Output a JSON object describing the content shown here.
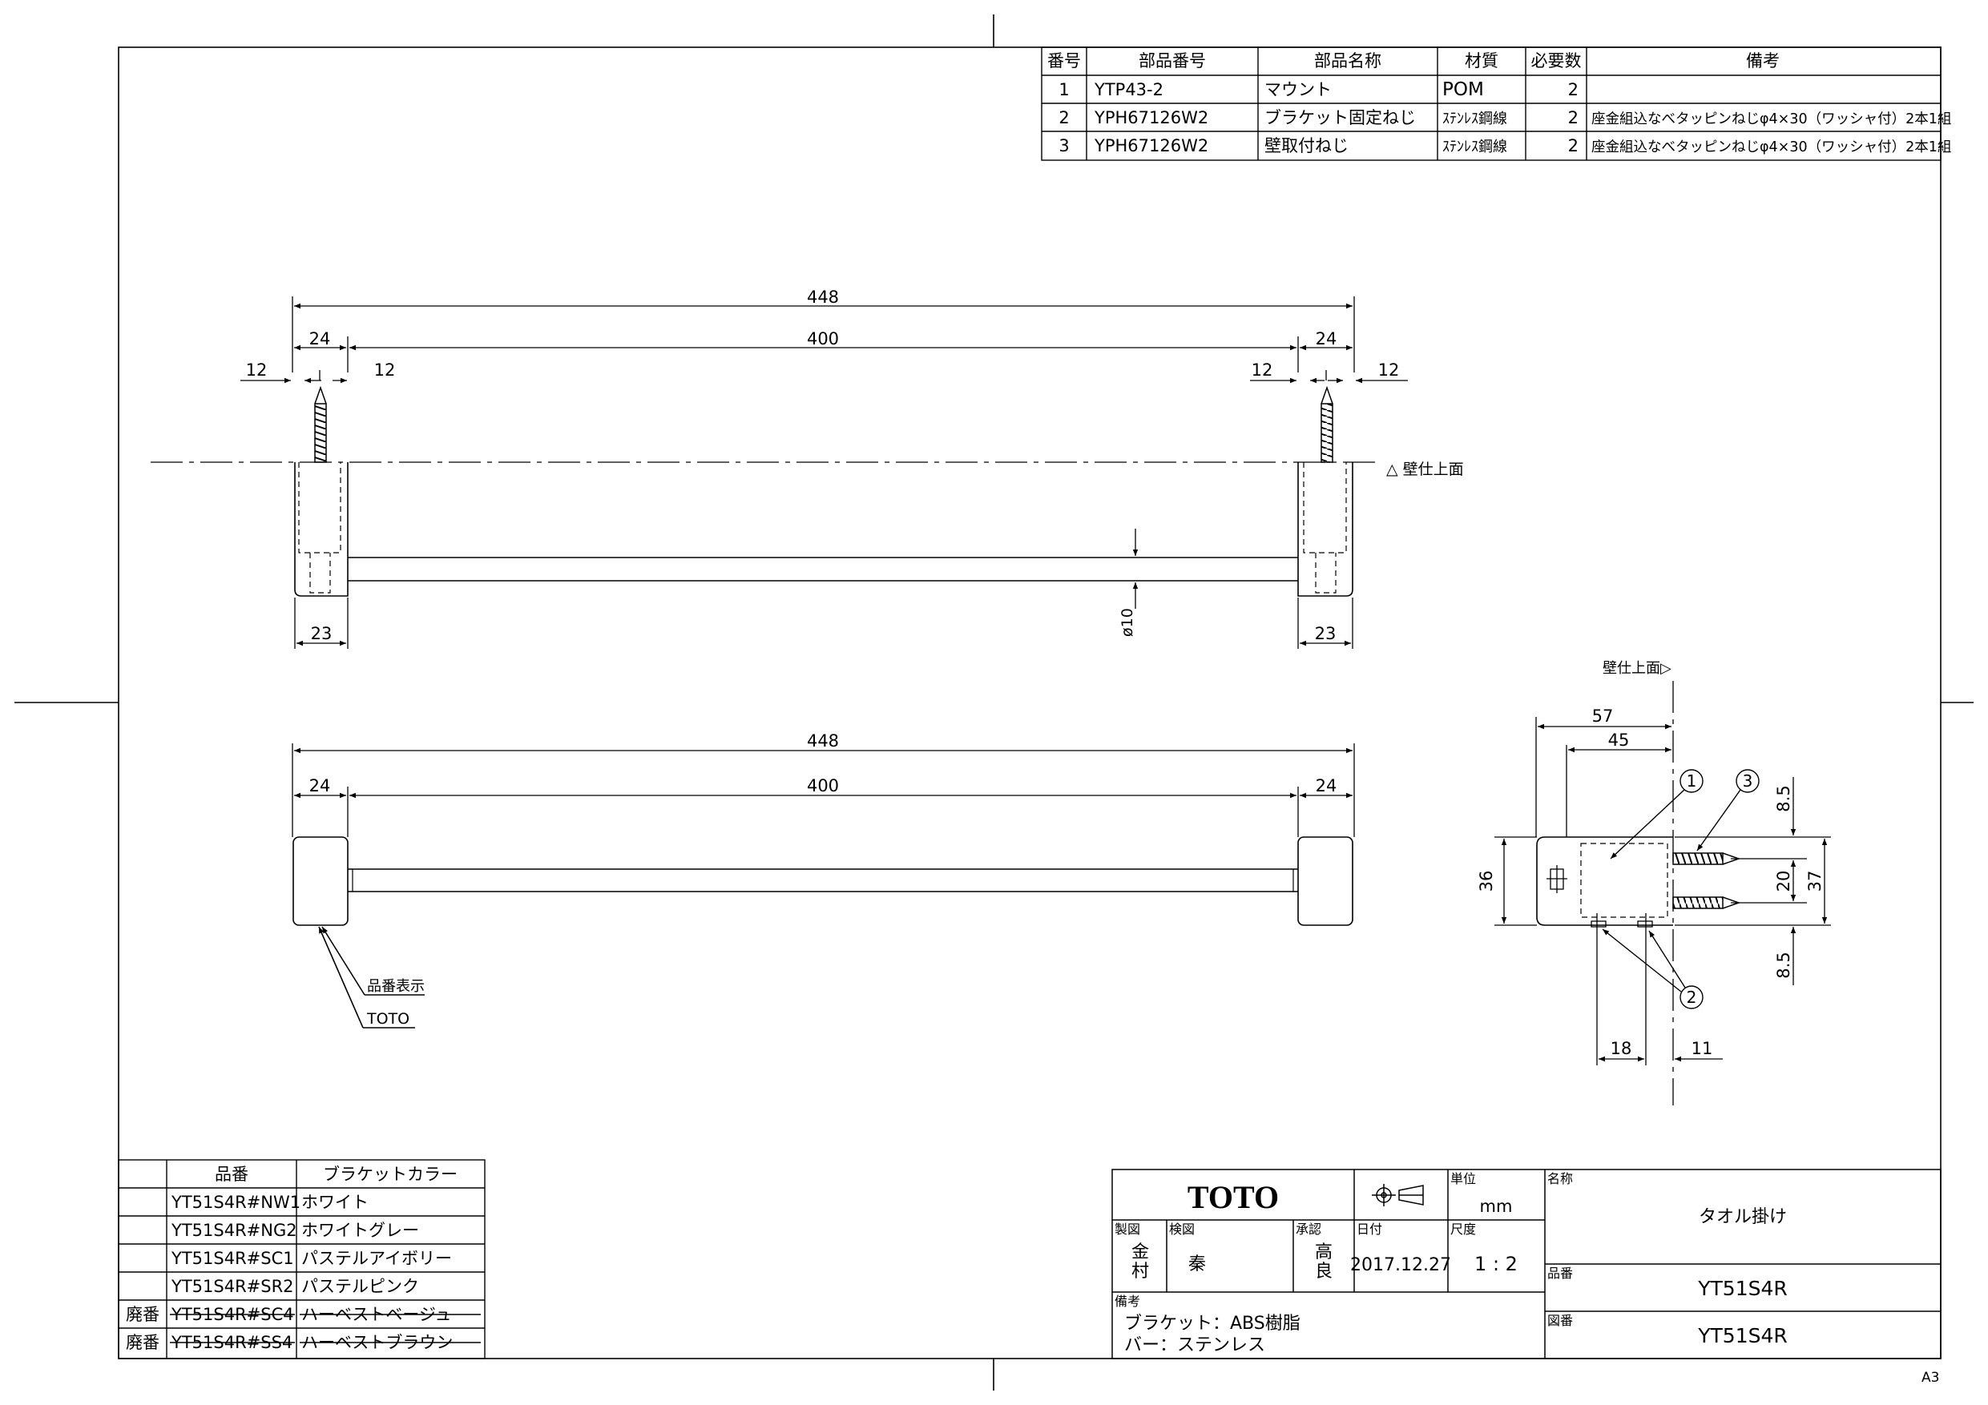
{
  "parts_table": {
    "headers": [
      "番号",
      "部品番号",
      "部品名称",
      "材質",
      "必要数",
      "備考"
    ],
    "rows": [
      [
        "1",
        "YTP43-2",
        "マウント",
        "POM",
        "2",
        ""
      ],
      [
        "2",
        "YPH67126W2",
        "ブラケット固定ねじ",
        "ｽﾃﾝﾚｽ鋼線",
        "2",
        "座金組込なべタッピンねじφ4×30（ワッシャ付）2本1組"
      ],
      [
        "3",
        "YPH67126W2",
        "壁取付ねじ",
        "ｽﾃﾝﾚｽ鋼線",
        "2",
        "座金組込なべタッピンねじφ4×30（ワッシャ付）2本1組"
      ]
    ]
  },
  "top_view": {
    "dim_overall": "448",
    "dim_inner": "400",
    "dim_left": "24",
    "dim_right": "24",
    "dim_12_a": "12",
    "dim_12_b": "12",
    "dim_12_c": "12",
    "dim_12_d": "12",
    "dim_bottom_left": "23",
    "dim_bottom_right": "23",
    "dim_dia": "ø10",
    "wall_label": "△ 壁仕上面"
  },
  "front_view": {
    "dim_overall": "448",
    "dim_inner": "400",
    "dim_left": "24",
    "dim_right": "24",
    "label_part_number": "品番表示",
    "label_brand": "TOTO"
  },
  "side_view": {
    "wall_label": "壁仕上面▷",
    "dim_57": "57",
    "dim_45": "45",
    "dim_36": "36",
    "dim_85_top": "8.5",
    "dim_20": "20",
    "dim_37": "37",
    "dim_85_bottom": "8.5",
    "dim_18": "18",
    "dim_11": "11",
    "callout_1": "1",
    "callout_2": "2",
    "callout_3": "3"
  },
  "color_table": {
    "headers": [
      "",
      "品番",
      "ブラケットカラー"
    ],
    "rows": [
      {
        "prefix": "",
        "code": "YT51S4R#NW1",
        "color": "ホワイト",
        "struck": false
      },
      {
        "prefix": "",
        "code": "YT51S4R#NG2",
        "color": "ホワイトグレー",
        "struck": false
      },
      {
        "prefix": "",
        "code": "YT51S4R#SC1",
        "color": "パステルアイボリー",
        "struck": false
      },
      {
        "prefix": "",
        "code": "YT51S4R#SR2",
        "color": "パステルピンク",
        "struck": false
      },
      {
        "prefix": "廃番",
        "code": "YT51S4R#SC4",
        "color": "ハーベストベージュ",
        "struck": true
      },
      {
        "prefix": "廃番",
        "code": "YT51S4R#SS4",
        "color": "ハーベストブラウン",
        "struck": true
      }
    ]
  },
  "title_block": {
    "company": "TOTO",
    "unit_label": "単位",
    "unit_value": "mm",
    "drawn_label": "製図",
    "drawn_by": "金村",
    "checked_label": "検図",
    "checked_by": "秦",
    "approved_label": "承認",
    "approved_by": "高良",
    "date_label": "日付",
    "date_value": "2017.12.27",
    "scale_label": "尺度",
    "scale_value": "1 : 2",
    "name_label": "名称",
    "name_value": "タオル掛け",
    "part_no_label": "品番",
    "part_no_value": "YT51S4R",
    "drawing_no_label": "図番",
    "drawing_no_value": "YT51S4R",
    "remarks_label": "備考",
    "remarks_line1": "ブラケット：ABS樹脂",
    "remarks_line2": "バー：ステンレス"
  },
  "sheet_size": "A3"
}
